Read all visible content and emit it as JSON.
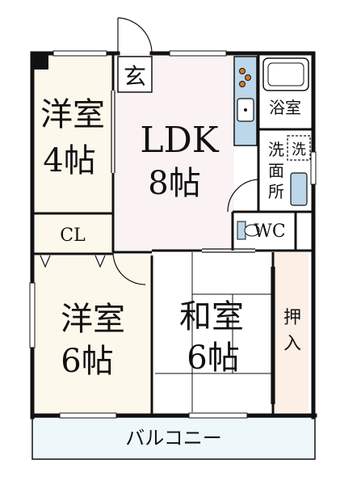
{
  "rooms": {
    "western_4": {
      "line1": "洋室",
      "line2": "4帖"
    },
    "ldk": {
      "line1": "LDK",
      "line2": "8帖"
    },
    "entrance": {
      "label": "玄"
    },
    "bath": {
      "label": "浴室"
    },
    "washroom": {
      "line1": "洗",
      "line2": "面",
      "line3": "所"
    },
    "washer": {
      "label": "洗"
    },
    "wc": {
      "label": "WC"
    },
    "closet": {
      "label": "CL"
    },
    "western_6": {
      "line1": "洋室",
      "line2": "6帖"
    },
    "japanese_6": {
      "line1": "和室",
      "line2": "6帖"
    },
    "oshiire": {
      "line1": "押",
      "line2": "入"
    },
    "balcony": {
      "label": "バルコニー"
    }
  },
  "colors": {
    "wall": "#111111",
    "western_floor": "#fdf8ec",
    "ldk_floor": "#fbf3f3",
    "wet_floor": "#ffffff",
    "kitchen_counter": "#bcd6ea",
    "balcony_floor": "#eef8fb",
    "oshiire_floor": "#fcefe6"
  }
}
